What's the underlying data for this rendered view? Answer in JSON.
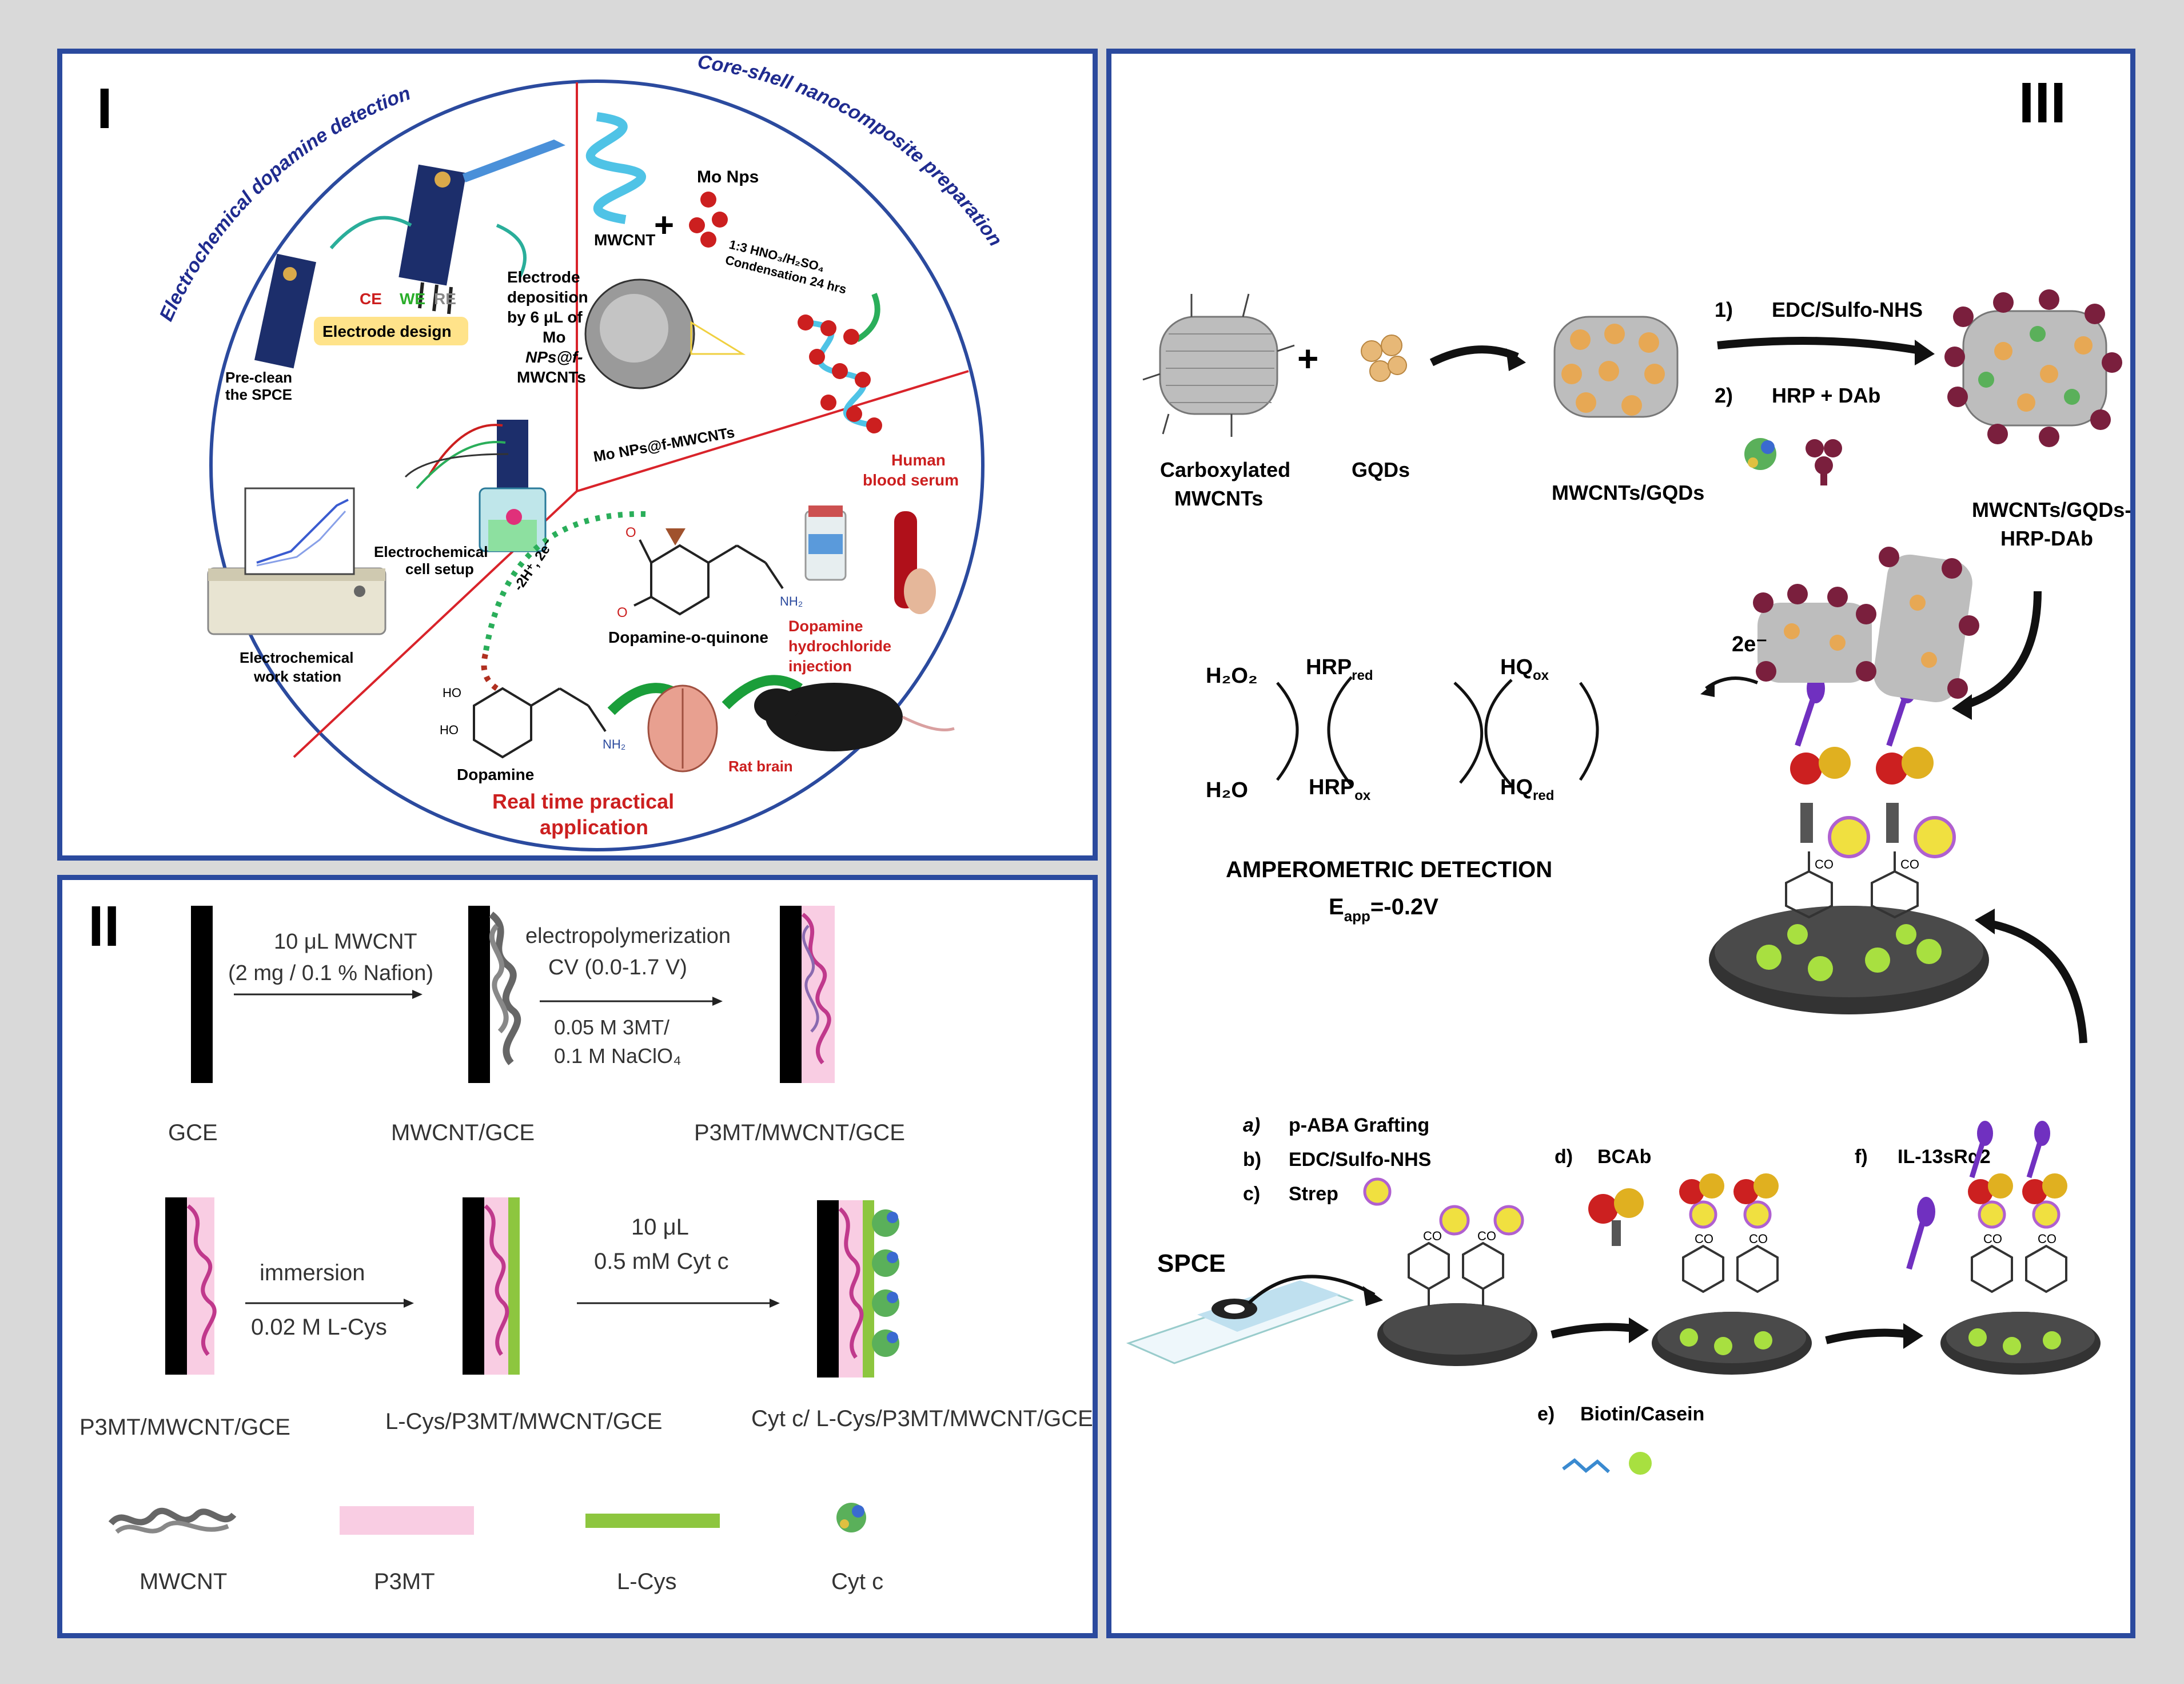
{
  "panel1": {
    "label": "I",
    "arc_left": "Electrochemical dopamine detection",
    "arc_right": "Core-shell nanocomposite preparation",
    "pre_clean": [
      "Pre-clean",
      "the SPCE"
    ],
    "electrode_design": "Electrode design",
    "ce": "CE",
    "we": "WE",
    "re": "RE",
    "electrode_deposition": [
      "Electrode",
      "deposition",
      "by 6 μL of",
      "Mo",
      "NPs@f-",
      "MWCNTs"
    ],
    "mwcnt": "MWCNT",
    "mo_nps": "Mo Nps",
    "acid_condition": "1:3 HNO₃/H₂SO₄",
    "condensation": "Condensation 24 hrs",
    "mo_nps_fmwcnts": "Mo NPs@f-MWCNTs",
    "human_serum": [
      "Human",
      "blood serum"
    ],
    "cell_setup": [
      "Electrochemical",
      "cell setup"
    ],
    "work_station": [
      "Electrochemical",
      "work station"
    ],
    "electron_loss": "-2H⁺, 2e⁻",
    "quinone": "Dopamine-o-quinone",
    "injection": [
      "Dopamine",
      "hydrochloride",
      "injection"
    ],
    "dopamine": "Dopamine",
    "rat_brain": "Rat brain",
    "application": [
      "Real time practical",
      "application"
    ],
    "ho1": "HO",
    "ho2": "HO",
    "nh2_1": "NH₂",
    "nh2_2": "NH₂",
    "o1": "O",
    "o2": "O"
  },
  "panel2": {
    "label": "II",
    "step1": [
      "10 μL MWCNT",
      "(2 mg / 0.1 % Nafion)"
    ],
    "step2_top": [
      "electropolymerization",
      "CV (0.0-1.7 V)"
    ],
    "step2_bottom": [
      "0.05 M 3MT/",
      "0.1 M NaClO₄"
    ],
    "gce": "GCE",
    "mwcnt_gce": "MWCNT/GCE",
    "p3mt_mwcnt_gce": "P3MT/MWCNT/GCE",
    "step3_top": "immersion",
    "step3_bottom": "0.02 M L-Cys",
    "step4": [
      "10 μL",
      "0.5 mM Cyt c"
    ],
    "p3mt_mwcnt_gce_2": "P3MT/MWCNT/GCE",
    "lcys_stack": "L-Cys/P3MT/MWCNT/GCE",
    "cytc_stack": "Cyt c/ L-Cys/P3MT/MWCNT/GCE",
    "legend": [
      "MWCNT",
      "P3MT",
      "L-Cys",
      "Cyt c"
    ],
    "colors": {
      "p3mt": "#f9cde3",
      "lcys": "#8dc63f",
      "electrode": "#000000",
      "mwcnt": "#555555",
      "pink_line": "#c0398c"
    }
  },
  "panel3": {
    "label": "III",
    "carboxylated": [
      "Carboxylated",
      "MWCNTs"
    ],
    "gqds": "GQDs",
    "mwcnts_gqds": "MWCNTs/GQDs",
    "step1": "1)",
    "step1_text": "EDC/Sulfo-NHS",
    "step2": "2)",
    "step2_text": "HRP + DAb",
    "conjugate": [
      "MWCNTs/GQDs-",
      "HRP-DAb"
    ],
    "two_e": "2e⁻",
    "h2o2": "H₂O₂",
    "h2o": "H₂O",
    "hrp_red": "HRP",
    "hrp_red_sub": "red",
    "hrp_ox": "HRP",
    "hrp_ox_sub": "ox",
    "hq_ox": "HQ",
    "hq_ox_sub": "ox",
    "hq_red": "HQ",
    "hq_red_sub": "red",
    "amperometric": "AMPEROMETRIC DETECTION",
    "eapp": "E",
    "eapp_sub": "app",
    "eapp_val": "=-0.2V",
    "steps_abc": [
      {
        "k": "a)",
        "v": "p-ABA Grafting"
      },
      {
        "k": "b)",
        "v": "EDC/Sulfo-NHS"
      },
      {
        "k": "c)",
        "v": "Strep"
      }
    ],
    "step_d": {
      "k": "d)",
      "v": "BCAb"
    },
    "step_e": {
      "k": "e)",
      "v": "Biotin/Casein"
    },
    "step_f": {
      "k": "f)",
      "v": "IL-13sRα2"
    },
    "spce": "SPCE",
    "co1": "CO",
    "co2": "CO",
    "co3": "CO",
    "co4": "CO",
    "co5": "CO",
    "co6": "CO",
    "co7": "CO",
    "co8": "CO"
  },
  "palette": {
    "frame": "#2b4a9e",
    "divider": "#d9232a",
    "arc_text": "#1f2b8f",
    "label_red": "#cc1f1f",
    "maroon": "#7a1f3d",
    "orange": "#e0a060"
  }
}
